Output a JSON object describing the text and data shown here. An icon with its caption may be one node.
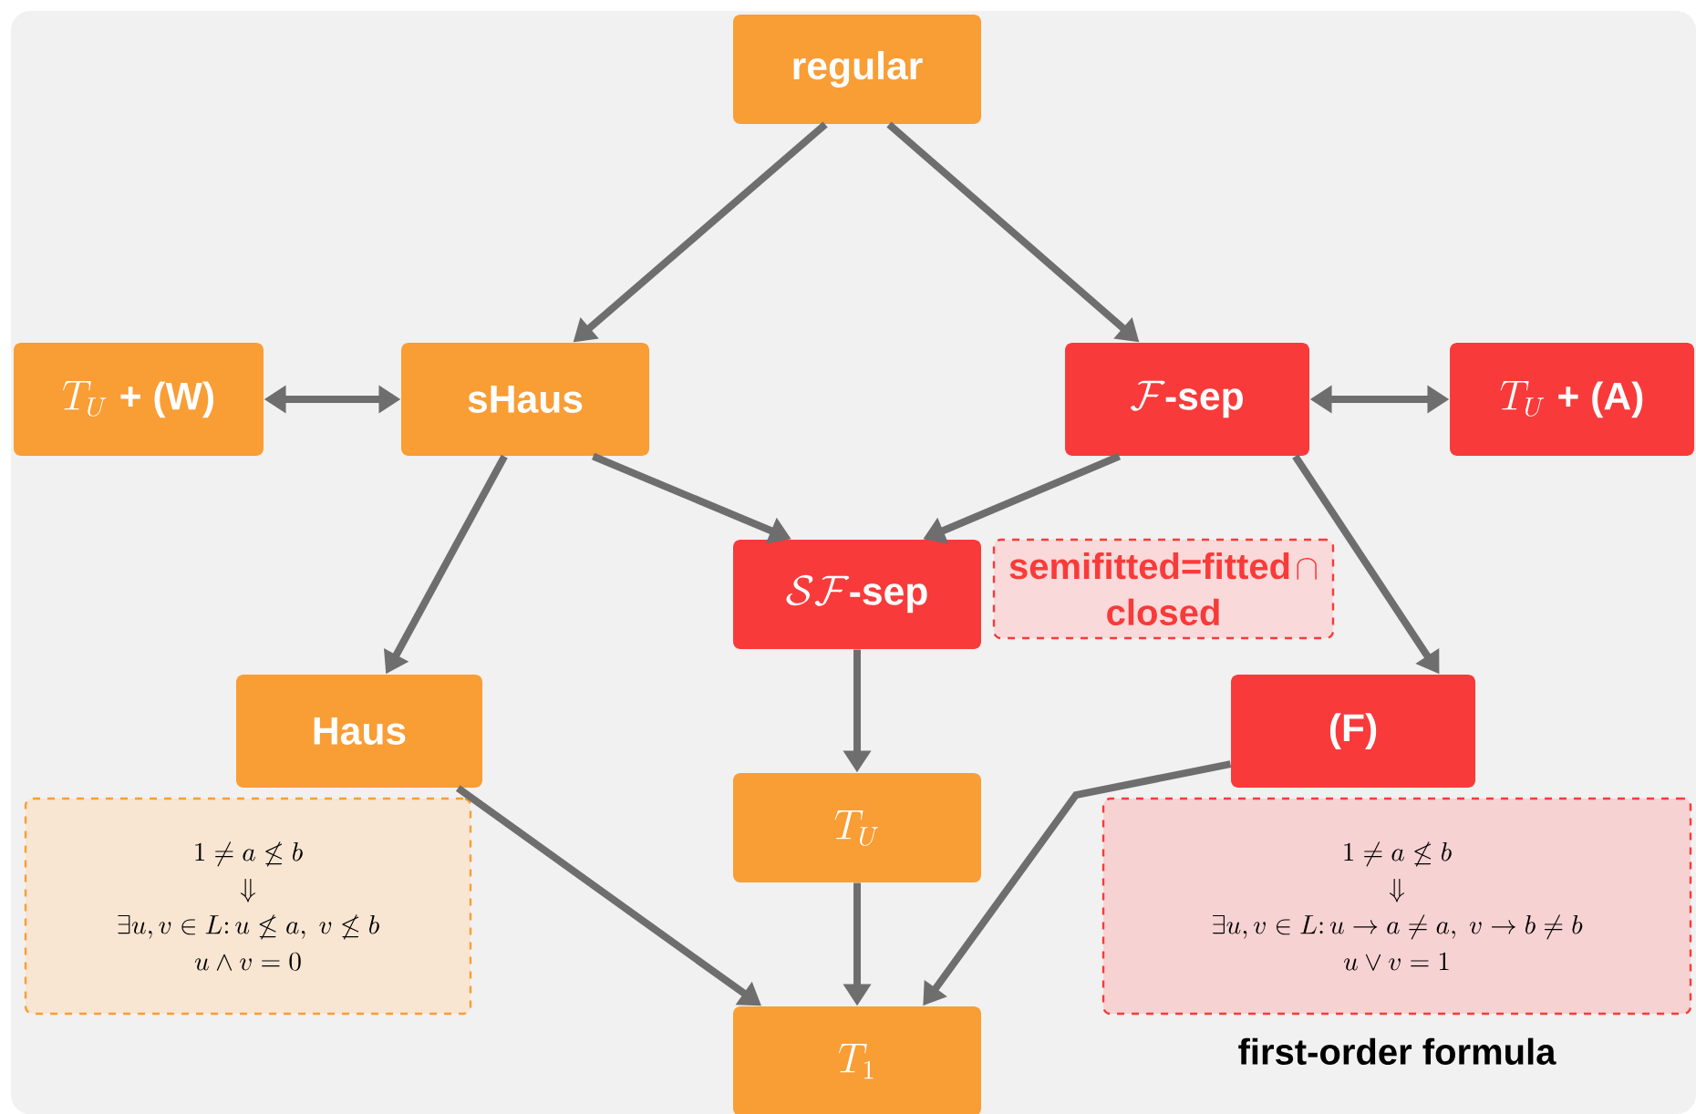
{
  "diagram": {
    "nodes": [
      {
        "text": [
          "regular"
        ]
      },
      {
        "text": [
          "T_U\\ \\textbf{+ (W)}"
        ]
      },
      {
        "text": [
          "sHaus"
        ]
      },
      {
        "text": [
          "\\mathcal{F}\\textbf{-sep}"
        ]
      },
      {
        "text": [
          "T_U\\ \\textbf{+ (A)}"
        ]
      },
      {
        "text": [
          "\\mathcal{SF}\\textbf{-sep}"
        ]
      },
      {
        "text": [
          "\\textbf{semifitted=fitted} \\cap \\textbf{closed}"
        ]
      },
      {
        "text": [
          "Haus"
        ]
      },
      {
        "text": [
          "T_U"
        ]
      },
      {
        "text": [
          "(F)"
        ]
      },
      {
        "text": [
          "T_1"
        ]
      },
      {
        "text": [
          "1 \\neq a \\not\\leq b",
          "\\Downarrow",
          "\\exists u,v \\in L\\colon u \\not\\leq a,\\ v \\not\\leq b",
          "u \\wedge v = 0"
        ]
      },
      {
        "text": [
          "1 \\neq a \\not\\leq b",
          "\\Downarrow",
          "\\exists u,v \\in L\\colon u \\to a \\neq a,\\ v \\to b \\neq b",
          "u \\vee v = 1"
        ],
        "beside": [
          "first-order formula"
        ]
      }
    ],
    "edges": [
      {
        "from": 0,
        "to": 2,
        "arrow": "to"
      },
      {
        "from": 0,
        "to": 3,
        "arrow": "to"
      },
      {
        "from": 1,
        "to": 2,
        "arrow": "both"
      },
      {
        "from": 3,
        "to": 4,
        "arrow": "both"
      },
      {
        "from": 2,
        "to": 5,
        "arrow": "to"
      },
      {
        "from": 3,
        "to": 5,
        "arrow": "to"
      },
      {
        "from": 2,
        "to": 7,
        "arrow": "to"
      },
      {
        "from": 3,
        "to": 9,
        "arrow": "to"
      },
      {
        "from": 5,
        "to": 8,
        "arrow": "to"
      },
      {
        "from": 8,
        "to": 10,
        "arrow": "to"
      },
      {
        "from": 7,
        "to": 10,
        "arrow": "to"
      },
      {
        "from": 9,
        "to": 10,
        "arrow": "to"
      }
    ]
  }
}
